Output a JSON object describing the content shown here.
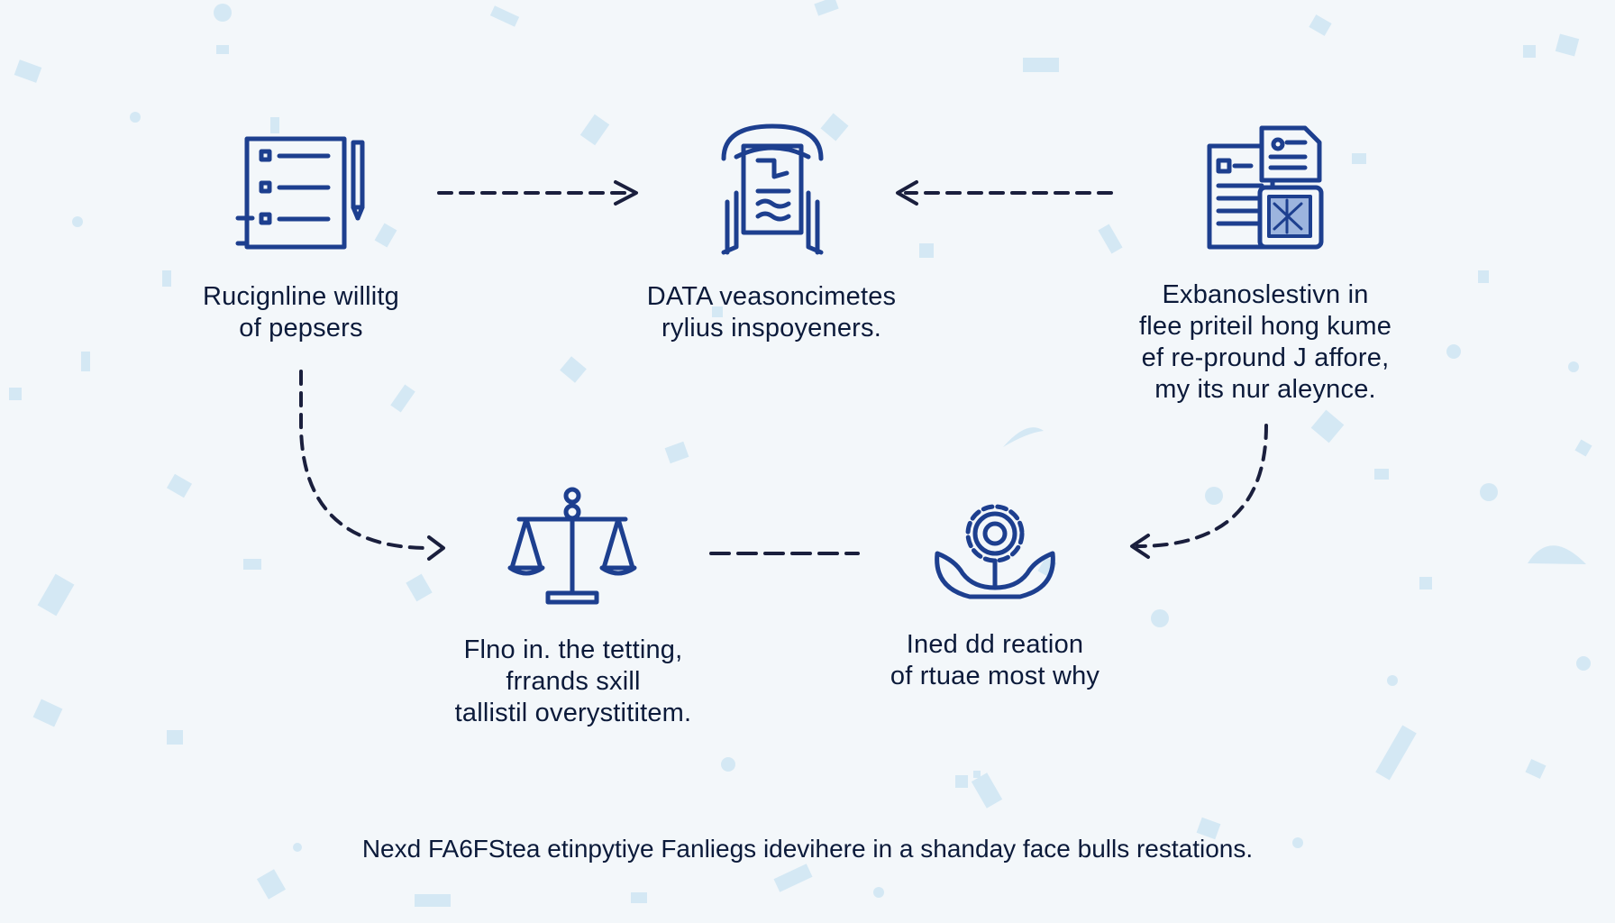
{
  "colors": {
    "background": "#f3f7fa",
    "icon_stroke": "#1d3f8f",
    "arrow": "#1a1f3d",
    "text": "#0b1a3a",
    "confetti": "#cfe6f3"
  },
  "nodes": [
    {
      "id": "records",
      "icon": "document-list-icon",
      "lines": [
        "Rucignline willitg",
        "of pepsers"
      ]
    },
    {
      "id": "data",
      "icon": "scroll-document-icon",
      "lines": [
        "DATA veasoncimetes",
        "rylius inspoyeners."
      ]
    },
    {
      "id": "exbanos",
      "icon": "id-documents-icon",
      "lines": [
        "Exbanoslestivn in",
        "flee priteil hong kume",
        "ef re-pround J affore,",
        "my its nur aleynce."
      ]
    },
    {
      "id": "scales",
      "icon": "balance-scale-icon",
      "lines": [
        "Flno in. the tetting,",
        "frrands sxill",
        "tallistil overystititem."
      ]
    },
    {
      "id": "reation",
      "icon": "gear-hands-icon",
      "lines": [
        "Ined dd reation",
        "of rtuae most why"
      ]
    }
  ],
  "caption": "Nexd FA6FStea etinpytiye Fanliegs idevihere in a shanday face bulls restations."
}
